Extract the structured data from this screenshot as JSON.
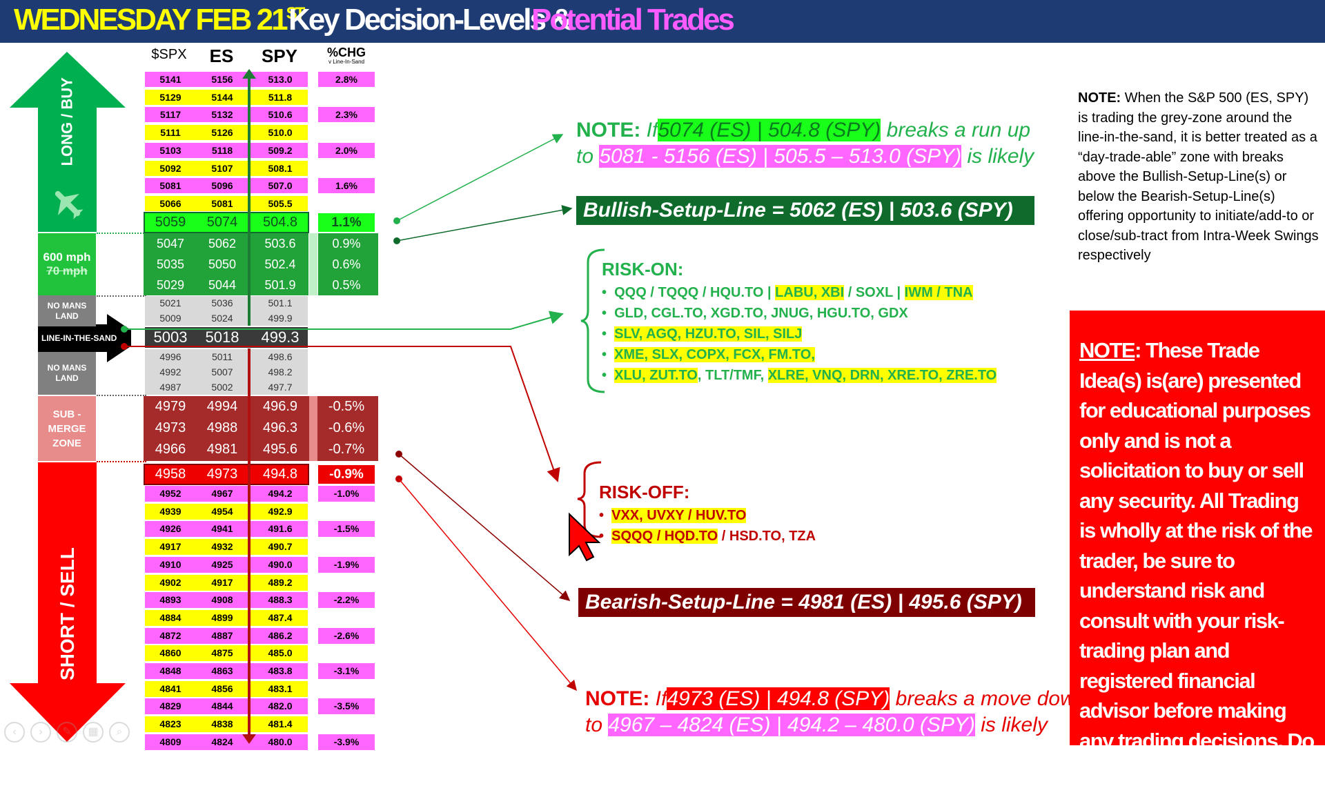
{
  "header": {
    "date": "WEDNESDAY FEB 21",
    "date_sup": "ST",
    "title_white": "Key Decision-Levels &",
    "title_pink": "Potential Trades"
  },
  "columns": {
    "spx": "$SPX",
    "es": "ES",
    "spy": "SPY",
    "pct": "%CHG",
    "pct_sub": "v Line-In-Sand"
  },
  "arrows": {
    "long": "LONG / BUY",
    "short": "SHORT / SELL"
  },
  "zones": {
    "mph": "600 mph",
    "mph_strike": "70 mph",
    "nml1": "NO MANS LAND",
    "lis": "LINE-IN-THE-SAND",
    "nml2": "NO MANS LAND",
    "sub": "SUB - MERGE ZONE"
  },
  "colors": {
    "magenta": "#ff66ff",
    "yellow": "#ffff00",
    "green": "#22b14c",
    "dkgreen": "#0e6b2c",
    "red": "#ff0000",
    "maroon": "#7f0000",
    "navy": "#1f3b73"
  },
  "upper_rows": [
    {
      "spx": "5141",
      "es": "5156",
      "spy": "513.0",
      "pct": "2.8%",
      "c": "m"
    },
    {
      "spx": "5129",
      "es": "5144",
      "spy": "511.8",
      "pct": "",
      "c": "y"
    },
    {
      "spx": "5117",
      "es": "5132",
      "spy": "510.6",
      "pct": "2.3%",
      "c": "m"
    },
    {
      "spx": "5111",
      "es": "5126",
      "spy": "510.0",
      "pct": "",
      "c": "y"
    },
    {
      "spx": "5103",
      "es": "5118",
      "spy": "509.2",
      "pct": "2.0%",
      "c": "m"
    },
    {
      "spx": "5092",
      "es": "5107",
      "spy": "508.1",
      "pct": "",
      "c": "y"
    },
    {
      "spx": "5081",
      "es": "5096",
      "spy": "507.0",
      "pct": "1.6%",
      "c": "m"
    },
    {
      "spx": "5066",
      "es": "5081",
      "spy": "505.5",
      "pct": "",
      "c": "y"
    }
  ],
  "bull_line": {
    "spx": "5059",
    "es": "5074",
    "spy": "504.8",
    "pct": "1.1%"
  },
  "green_rows": [
    {
      "spx": "5047",
      "es": "5062",
      "spy": "503.6",
      "pct": "0.9%"
    },
    {
      "spx": "5035",
      "es": "5050",
      "spy": "502.4",
      "pct": "0.6%"
    },
    {
      "spx": "5029",
      "es": "5044",
      "spy": "501.9",
      "pct": "0.5%"
    }
  ],
  "nml_upper": [
    {
      "spx": "5021",
      "es": "5036",
      "spy": "501.1"
    },
    {
      "spx": "5009",
      "es": "5024",
      "spy": "499.9"
    }
  ],
  "lis_row": {
    "spx": "5003",
    "es": "5018",
    "spy": "499.3"
  },
  "nml_lower": [
    {
      "spx": "4996",
      "es": "5011",
      "spy": "498.6"
    },
    {
      "spx": "4992",
      "es": "5007",
      "spy": "498.2"
    },
    {
      "spx": "4987",
      "es": "5002",
      "spy": "497.7"
    }
  ],
  "sub_rows": [
    {
      "spx": "4979",
      "es": "4994",
      "spy": "496.9",
      "pct": "-0.5%"
    },
    {
      "spx": "4973",
      "es": "4988",
      "spy": "496.3",
      "pct": "-0.6%"
    },
    {
      "spx": "4966",
      "es": "4981",
      "spy": "495.6",
      "pct": "-0.7%"
    }
  ],
  "bear_line": {
    "spx": "4958",
    "es": "4973",
    "spy": "494.8",
    "pct": "-0.9%"
  },
  "lower_rows": [
    {
      "spx": "4952",
      "es": "4967",
      "spy": "494.2",
      "pct": "-1.0%",
      "c": "m"
    },
    {
      "spx": "4939",
      "es": "4954",
      "spy": "492.9",
      "pct": "",
      "c": "y"
    },
    {
      "spx": "4926",
      "es": "4941",
      "spy": "491.6",
      "pct": "-1.5%",
      "c": "m"
    },
    {
      "spx": "4917",
      "es": "4932",
      "spy": "490.7",
      "pct": "",
      "c": "y"
    },
    {
      "spx": "4910",
      "es": "4925",
      "spy": "490.0",
      "pct": "-1.9%",
      "c": "m"
    },
    {
      "spx": "4902",
      "es": "4917",
      "spy": "489.2",
      "pct": "",
      "c": "y"
    },
    {
      "spx": "4893",
      "es": "4908",
      "spy": "488.3",
      "pct": "-2.2%",
      "c": "m"
    },
    {
      "spx": "4884",
      "es": "4899",
      "spy": "487.4",
      "pct": "",
      "c": "y"
    },
    {
      "spx": "4872",
      "es": "4887",
      "spy": "486.2",
      "pct": "-2.6%",
      "c": "m"
    },
    {
      "spx": "4860",
      "es": "4875",
      "spy": "485.0",
      "pct": "",
      "c": "y"
    },
    {
      "spx": "4848",
      "es": "4863",
      "spy": "483.8",
      "pct": "-3.1%",
      "c": "m"
    },
    {
      "spx": "4841",
      "es": "4856",
      "spy": "483.1",
      "pct": "",
      "c": "y"
    },
    {
      "spx": "4829",
      "es": "4844",
      "spy": "482.0",
      "pct": "-3.5%",
      "c": "m"
    },
    {
      "spx": "4823",
      "es": "4838",
      "spy": "481.4",
      "pct": "",
      "c": "y"
    },
    {
      "spx": "4809",
      "es": "4824",
      "spy": "480.0",
      "pct": "-3.9%",
      "c": "m"
    }
  ],
  "note_up": {
    "label": "NOTE:",
    "if": "If",
    "hl1": "5074 (ES) | 504.8 (SPY)",
    "mid": "breaks a run up",
    "to": "to",
    "hl2": "5081 - 5156 (ES) | 505.5 – 513.0 (SPY)",
    "end": "is likely"
  },
  "bull_setup": "Bullish-Setup-Line   = 5062 (ES) | 503.6 (SPY)",
  "risk_on": {
    "title": "RISK-ON:",
    "line1_a": "QQQ / TQQQ / HQU.TO  |  ",
    "line1_b": "LABU, XBI",
    "line1_c": " / SOXL | ",
    "line1_d": "IWM / TNA",
    "line2": "GLD, CGL.TO, XGD.TO, JNUG, HGU.TO, GDX",
    "line3": "SLV, AGQ, HZU.TO, SIL, SILJ",
    "line4": "XME, SLX, COPX, FCX, FM.TO,",
    "line5_a": "XLU, ZUT.TO",
    "line5_b": ", TLT/TMF, ",
    "line5_c": "XLRE, VNQ, DRN, XRE.TO, ZRE.TO"
  },
  "risk_off": {
    "title": "RISK-OFF:",
    "line1": "VXX, UVXY / HUV.TO",
    "line2_a": "SQQQ / HQD.TO",
    "line2_b": " / HSD.TO, TZA"
  },
  "bear_setup": "Bearish-Setup-Line = 4981 (ES) | 495.6 (SPY)",
  "note_down": {
    "label": "NOTE:",
    "if": "If",
    "hl1": "4973 (ES) | 494.8 (SPY)",
    "mid": "breaks a move down",
    "to": "to",
    "hl2": "4967 – 4824 (ES) | 494.2 – 480.0 (SPY)",
    "end": "is likely"
  },
  "side_note": {
    "label": "NOTE:",
    "text": "When the S&P 500 (ES, SPY) is trading the grey-zone around the line-in-the-sand, it is better treated as a “day-trade-able” zone with breaks above the Bullish-Setup-Line(s) or below the Bearish-Setup-Line(s) offering opportunity to initiate/add-to or close/sub-tract from Intra-Week Swings respectively"
  },
  "disclaimer": {
    "label": "NOTE",
    "text": ": These Trade Idea(s) is(are) presented for educational purposes only and is not a solicitation to buy or sell any security. All Trading is wholly at the risk of the trader, be sure to understand risk and consult with your risk-trading plan and registered financial advisor before making any trading decisions. Do your own due diligence."
  }
}
